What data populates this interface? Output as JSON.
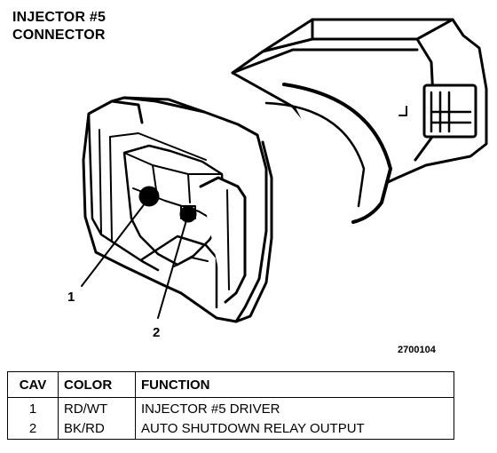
{
  "title": {
    "line1": "INJECTOR #5",
    "line2": "CONNECTOR"
  },
  "callouts": [
    "1",
    "2"
  ],
  "figure_id": "2700104",
  "table": {
    "headers": [
      "CAV",
      "COLOR",
      "FUNCTION"
    ],
    "rows": [
      {
        "cav": "1",
        "color": "RD/WT",
        "function": "INJECTOR #5 DRIVER"
      },
      {
        "cav": "2",
        "color": "BK/RD",
        "function": "AUTO SHUTDOWN RELAY OUTPUT"
      }
    ]
  }
}
